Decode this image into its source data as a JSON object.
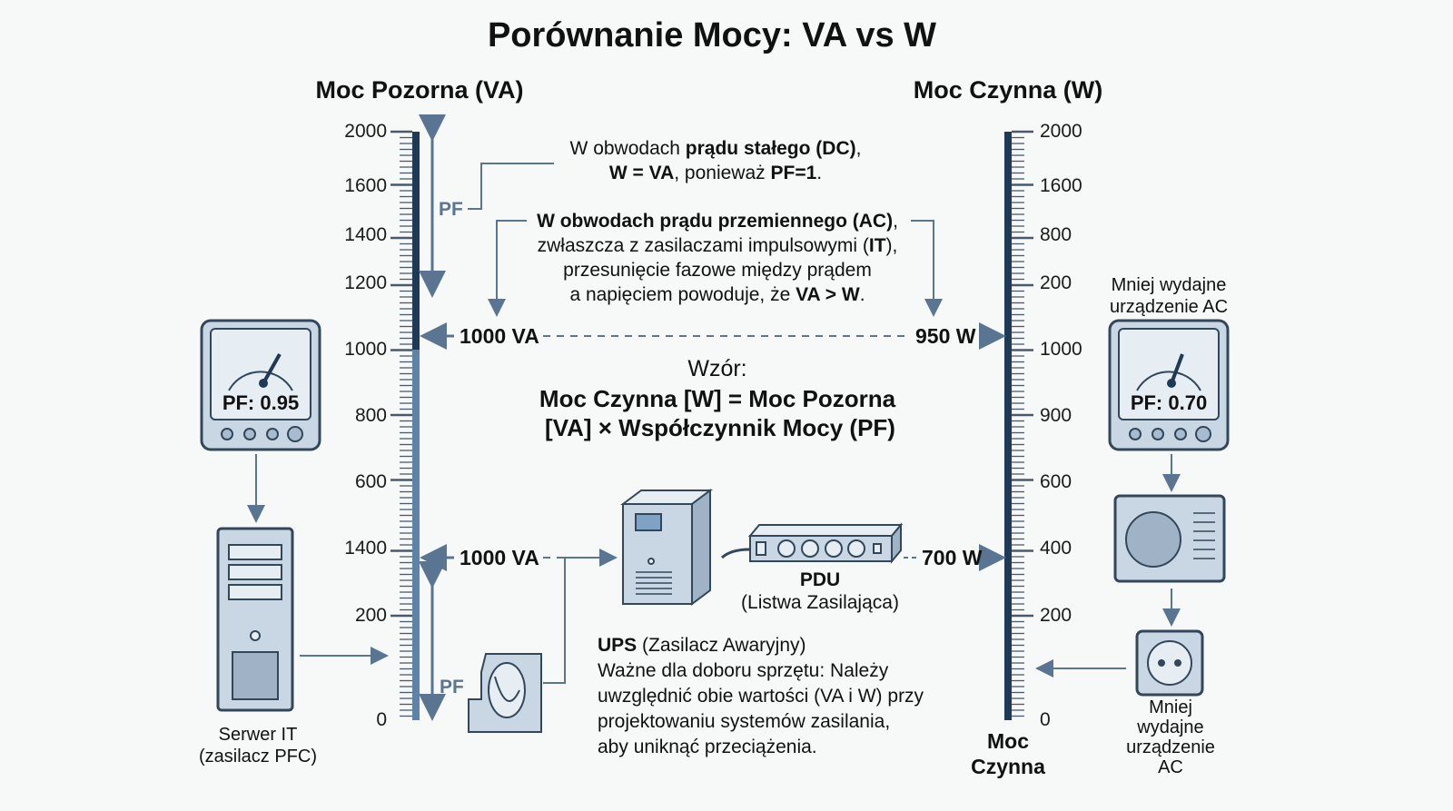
{
  "title": "Porównanie Mocy: VA vs W",
  "left_axis": {
    "title": "Moc Pozorna (VA)",
    "ticks": [
      "2000",
      "1600",
      "1400",
      "1200",
      "1000",
      "800",
      "600",
      "1400",
      "200",
      "0"
    ]
  },
  "right_axis": {
    "title": "Moc Czynna (W)",
    "ticks": [
      "2000",
      "1600",
      "800",
      "200",
      "1000",
      "900",
      "600",
      "400",
      "200",
      "0"
    ],
    "bottom_label_1": "Moc",
    "bottom_label_2": "Czynna"
  },
  "pf_label": "PF",
  "dc_note": {
    "l1_a": "W obwodach ",
    "l1_b": "prądu stałego (DC)",
    "l1_c": ",",
    "l2_a": "W = VA",
    "l2_b": ", ponieważ ",
    "l2_c": "PF=1",
    "l2_d": "."
  },
  "ac_note": {
    "l1_b": "W obwodach prądu przemiennego (AC)",
    "l1_c": ",",
    "l2_a": "zwłaszcza z zasilaczami impulsowymi (",
    "l2_b": "IT",
    "l2_c": "),",
    "l3": "przesunięcie fazowe między prądem",
    "l4_a": "a napięciem powoduje, że ",
    "l4_b": "VA > W",
    "l4_c": "."
  },
  "top_link": {
    "left": "1000 VA",
    "right": "950 W"
  },
  "formula": {
    "heading": "Wzór:",
    "line1": "Moc Czynna [W] = Moc Pozorna",
    "line2": "[VA] × Współczynnik Mocy (PF)"
  },
  "bottom_link": {
    "left": "1000 VA",
    "right": "700 W"
  },
  "left_meter": {
    "readout": "PF: 0.95"
  },
  "right_meter": {
    "caption_1": "Mniej wydajne",
    "caption_2": "urządzenie AC",
    "readout": "PF: 0.70"
  },
  "server": {
    "label_1": "Serwer IT",
    "label_2": "(zasilacz PFC)"
  },
  "pdu": {
    "title": "PDU",
    "subtitle": "(Listwa Zasilająca)"
  },
  "ups": {
    "title": "UPS",
    "subtitle": " (Zasilacz Awaryjny)",
    "note": [
      "Ważne dla doboru sprzętu: Należy",
      "uwzględnić obie wartości (VA i W) przy",
      "projektowaniu systemów zasilania,",
      "aby uniknąć przeciążenia."
    ]
  },
  "outlet": {
    "label": [
      "Mniej",
      "wydajne",
      "urządzenie",
      "AC"
    ]
  },
  "colors": {
    "axis_dark": "#1f3a57",
    "axis_light": "#5d83a8",
    "arrow": "#5a7592",
    "device_fill": "#c9d6e3",
    "device_stroke": "#33475b"
  }
}
